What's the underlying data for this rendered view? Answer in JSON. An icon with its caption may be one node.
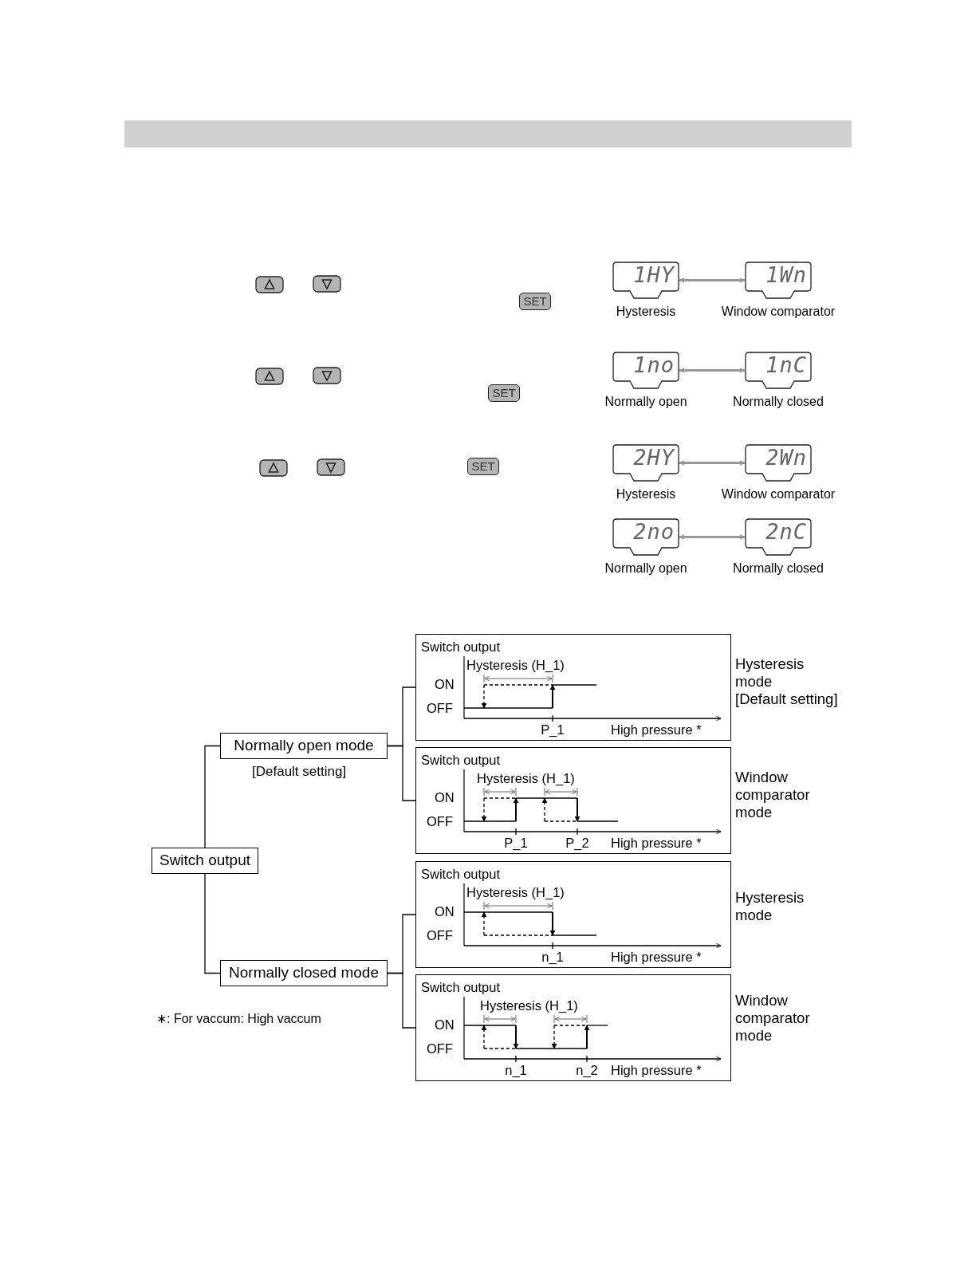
{
  "diagram": {
    "nodes": [
      {
        "text": [
          "1HY"
        ],
        "beside": [
          "Hysteresis"
        ]
      },
      {
        "text": [
          "1Wn"
        ],
        "beside": [
          "Window comparator"
        ]
      },
      {
        "text": [
          "1no"
        ],
        "beside": [
          "Normally open"
        ]
      },
      {
        "text": [
          "1nC"
        ],
        "beside": [
          "Normally closed"
        ]
      },
      {
        "text": [
          "2HY"
        ],
        "beside": [
          "Hysteresis"
        ]
      },
      {
        "text": [
          "2Wn"
        ],
        "beside": [
          "Window comparator"
        ]
      },
      {
        "text": [
          "2no"
        ],
        "beside": [
          "Normally open"
        ]
      },
      {
        "text": [
          "2nC"
        ],
        "beside": [
          "Normally closed"
        ]
      },
      {
        "text": [
          "Switch output"
        ]
      },
      {
        "text": [
          "Normally open mode"
        ],
        "beside": [
          "[Default setting]"
        ]
      },
      {
        "text": [
          "Normally closed mode"
        ]
      },
      {
        "text": [
          "Switch output",
          "Hysteresis (H_1)",
          "ON",
          "OFF",
          "P_1",
          "High pressure *"
        ],
        "beside": [
          "Hysteresis mode",
          "[Default setting]"
        ]
      },
      {
        "text": [
          "Switch output",
          "Hysteresis (H_1)",
          "ON",
          "OFF",
          "P_1",
          "P_2",
          "High pressure *"
        ],
        "beside": [
          "Window comparator mode"
        ]
      },
      {
        "text": [
          "Switch output",
          "Hysteresis (H_1)",
          "ON",
          "OFF",
          "n_1",
          "High pressure *"
        ],
        "beside": [
          "Hysteresis mode"
        ]
      },
      {
        "text": [
          "Switch output",
          "Hysteresis (H_1)",
          "ON",
          "OFF",
          "n_1",
          "n_2",
          "High pressure *"
        ],
        "beside": [
          "Window comparator mode"
        ]
      }
    ],
    "edges": [
      {
        "from": 0,
        "to": 1,
        "arrow": "both",
        "color": "#999999"
      },
      {
        "from": 2,
        "to": 3,
        "arrow": "both",
        "color": "#999999"
      },
      {
        "from": 4,
        "to": 5,
        "arrow": "both",
        "color": "#999999"
      },
      {
        "from": 6,
        "to": 7,
        "arrow": "both",
        "color": "#999999"
      },
      {
        "from": 8,
        "to": 9,
        "arrow": "none"
      },
      {
        "from": 8,
        "to": 10,
        "arrow": "none"
      },
      {
        "from": 9,
        "to": 11,
        "arrow": "none"
      },
      {
        "from": 9,
        "to": 12,
        "arrow": "none"
      },
      {
        "from": 10,
        "to": 13,
        "arrow": "none"
      },
      {
        "from": 10,
        "to": 14,
        "arrow": "none"
      }
    ],
    "labels": [
      "SET",
      "SET",
      "SET",
      "∗: For vaccum: High vaccum"
    ]
  }
}
